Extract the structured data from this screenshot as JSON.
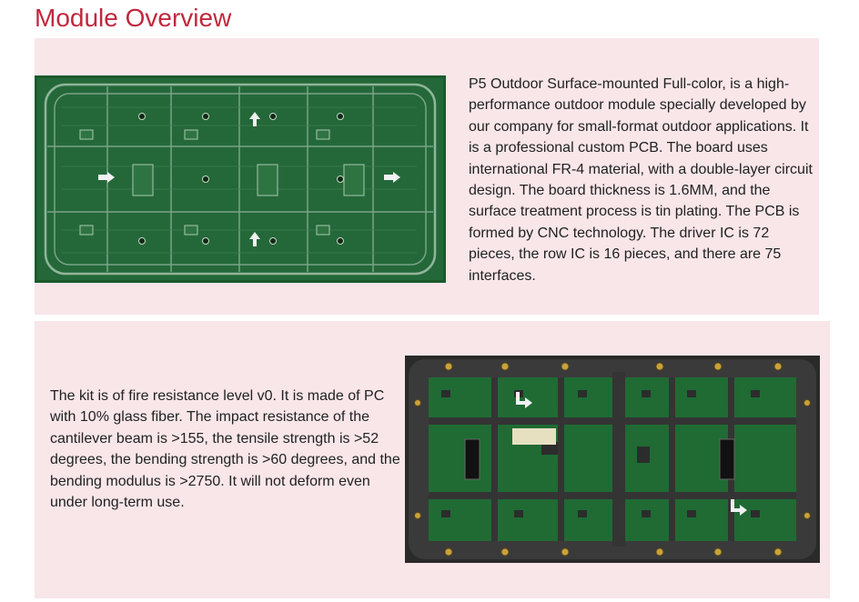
{
  "page": {
    "title": "Module Overview"
  },
  "section1": {
    "description": "P5 Outdoor Surface-mounted Full-color, is a high-performance outdoor module specially developed by our company for small-format outdoor applications. It is a professional custom PCB. The board uses international FR-4 material, with a double-layer circuit design. The board thickness is 1.6MM, and the surface treatment process is tin plating. The PCB is formed by CNC technology. The driver IC is 72 pieces, the row IC is 16 pieces, and there are 75 interfaces."
  },
  "section2": {
    "description": "The kit is of fire resistance level v0. It is made of PC with 10% glass fiber. The impact resistance of the cantilever beam is >155, the tensile strength is >52 degrees, the bending strength is >60 degrees, and the bending modulus is >2750. It will not deform even under long-term use."
  },
  "colors": {
    "title": "#c0283e",
    "panel_bg": "#f8e6e9",
    "pcb_green": "#1f5a2e"
  }
}
